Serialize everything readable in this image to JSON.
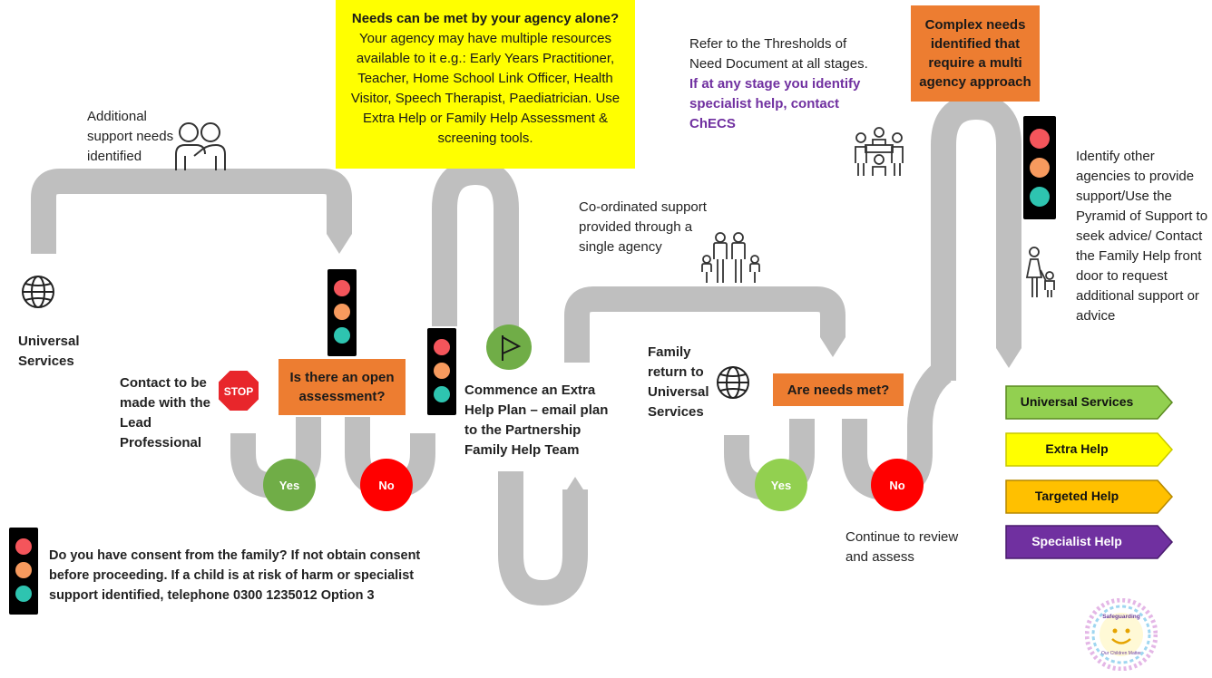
{
  "colors": {
    "path": "#BFBFBF",
    "orange": "#ED7D31",
    "yellow": "#FFFF00",
    "yes_green": "#70AD47",
    "no_red": "#FF0000",
    "purple_text": "#7030A0",
    "universal_green": "#92D050",
    "targeted_orange": "#FFC000",
    "specialist_purple": "#7030A0"
  },
  "labels": {
    "additional_support": "Additional support needs identified",
    "universal_services": "Universal Services",
    "contact_lead": "Contact to be made with the Lead Professional",
    "stop_sign": "STOP",
    "open_assessment": "Is there an open assessment?",
    "yes": "Yes",
    "no": "No",
    "needs_met_alone_title": "Needs can be met by your agency alone?",
    "needs_met_alone_body": "Your agency may have multiple resources available to it e.g.: Early Years Practitioner, Teacher, Home School Link Officer, Health Visitor, Speech Therapist, Paediatrician. Use Extra Help or Family Help Assessment & screening tools.",
    "commence_plan": "Commence an Extra Help Plan – email plan to the Partnership Family Help Team",
    "coordinated_support": "Co-ordinated support provided through a single agency",
    "thresholds_text": "Refer to the Thresholds of Need Document at all stages.",
    "specialist_text": "If at any stage you identify specialist help, contact ChECS",
    "family_return": "Family return to Universal Services",
    "are_needs_met": "Are needs met?",
    "continue_review": "Continue to review and assess",
    "complex_needs": "Complex needs identified that require a multi agency approach",
    "identify_agencies": "Identify other agencies to provide support/Use the Pyramid of Support to seek advice/ Contact the Family Help front door to request additional support or advice",
    "consent_text": "Do you have consent from the family?  If not obtain consent before proceeding.  If a child is at risk of harm or specialist support identified, telephone 0300 1235012 Option 3"
  },
  "legend": [
    {
      "label": "Universal Services",
      "color": "#92D050"
    },
    {
      "label": "Extra Help",
      "color": "#FFFF00"
    },
    {
      "label": "Targeted Help",
      "color": "#FFC000"
    },
    {
      "label": "Specialist Help",
      "color": "#7030A0"
    }
  ],
  "logo": {
    "text_top": "Safeguarding",
    "text_bottom": "Our Children Matter"
  },
  "icons": [
    "globe-icon",
    "people-pair-icon",
    "family-icon",
    "meeting-icon",
    "parent-child-icon",
    "flag-icon",
    "stop-sign-icon",
    "traffic-light-icon"
  ]
}
